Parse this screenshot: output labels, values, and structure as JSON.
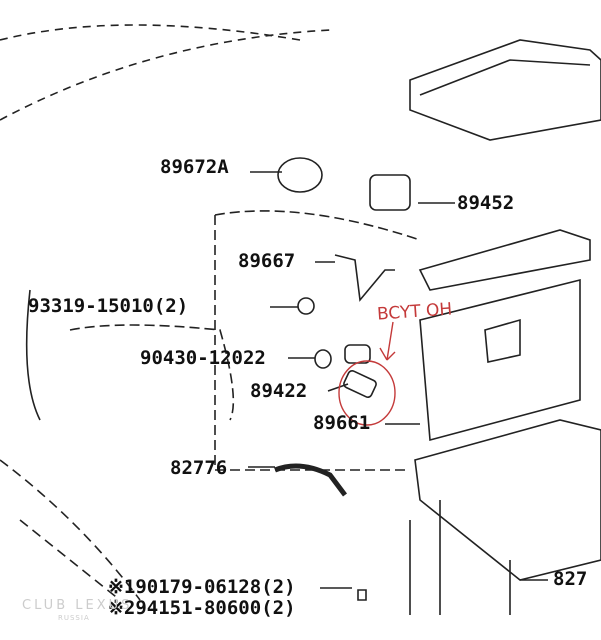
{
  "labels": {
    "p89672A": "89672A",
    "p89452": "89452",
    "p89667": "89667",
    "p93319": "93319-15010(2)",
    "p90430": "90430-12022",
    "p89422": "89422",
    "p89661": "89661",
    "p82776": "82776",
    "p827": "827",
    "p90179": "※190179-06128(2)",
    "p94151": "※294151-80600(2)"
  },
  "annotation": "BCYT OH",
  "watermark": {
    "main": "CLUB LEXUS",
    "sub": "RUSSIA"
  },
  "colors": {
    "ink": "#111111",
    "annotation": "#c43a3a"
  }
}
